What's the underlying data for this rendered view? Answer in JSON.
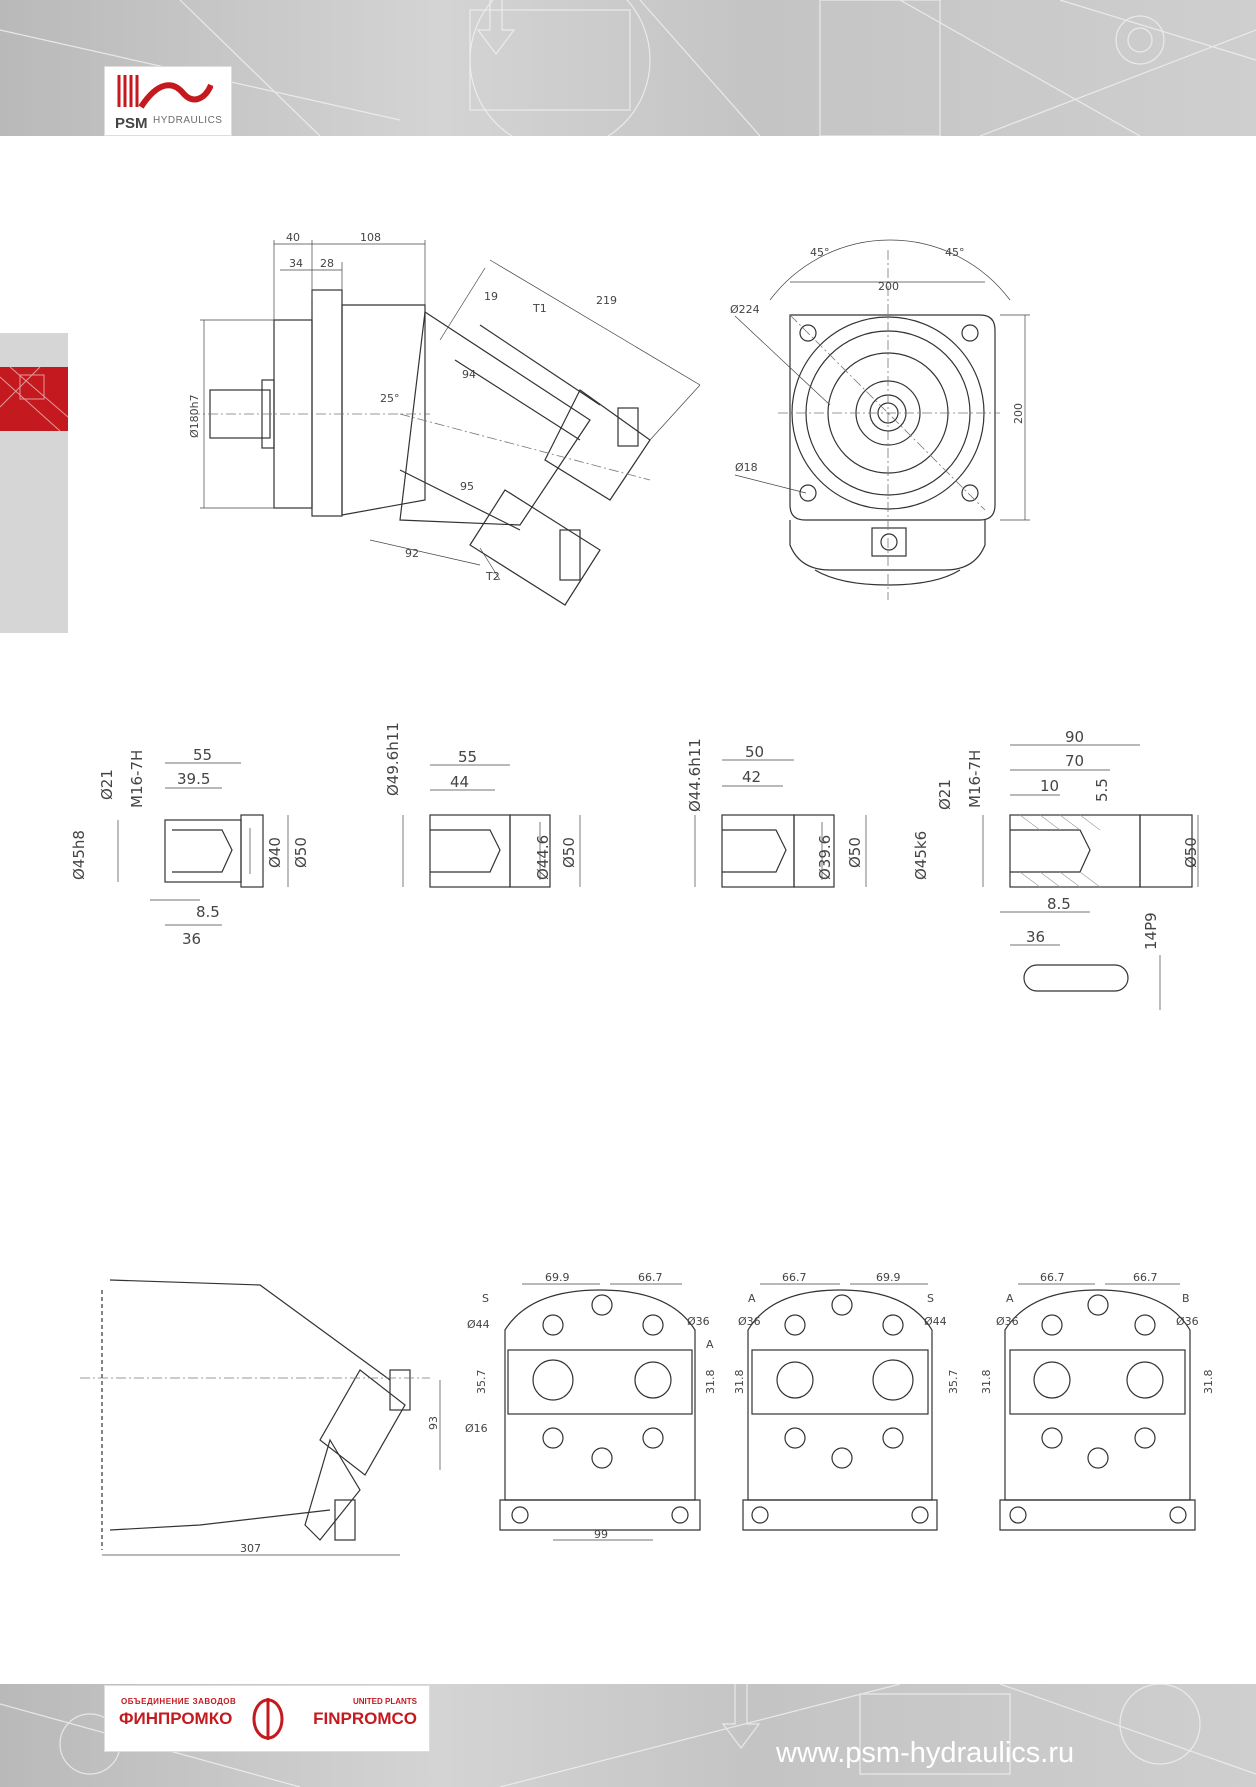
{
  "header": {
    "logo_brand": "PSM",
    "logo_sub": "HYDRAULICS"
  },
  "footer": {
    "logo_top_ru": "ОБЪЕДИНЕНИЕ ЗАВОДОВ",
    "logo_top_en": "UNITED PLANTS",
    "logo_ru": "ФИНПРОМКО",
    "logo_en": "FINPROMCO",
    "website": "www.psm-hydraulics.ru"
  },
  "side_view": {
    "d40": "40",
    "d108": "108",
    "d34": "34",
    "d28": "28",
    "d219": "219",
    "d19": "19",
    "t1": "T1",
    "d94": "94",
    "angle": "25°",
    "d180": "Ø180h7",
    "d95": "95",
    "d92": "92",
    "t2": "T2"
  },
  "front_view": {
    "a45l": "45°",
    "a45r": "45°",
    "d200top": "200",
    "d224": "Ø224",
    "d200side": "200",
    "d18": "Ø18"
  },
  "shafts": {
    "s1": {
      "d55": "55",
      "d395": "39.5",
      "d21": "Ø21",
      "m16": "M16-7H",
      "d45": "Ø45h8",
      "d40": "Ø40",
      "d50": "Ø50",
      "d85": "8.5",
      "d36": "36"
    },
    "s2": {
      "d496": "Ø49.6h11",
      "d55": "55",
      "d44": "44",
      "d446": "Ø44.6",
      "d50": "Ø50"
    },
    "s3": {
      "d446": "Ø44.6h11",
      "d50": "50",
      "d42": "42",
      "d396": "Ø39.6",
      "d50b": "Ø50"
    },
    "s4": {
      "d90": "90",
      "d70": "70",
      "d10": "10",
      "d55": "5.5",
      "d21": "Ø21",
      "m16": "M16-7H",
      "d45": "Ø45k6",
      "d50": "Ø50",
      "d85": "8.5",
      "d36": "36",
      "key": "14P9"
    }
  },
  "bottom": {
    "d93": "93",
    "d307": "307",
    "v1": {
      "d699": "69.9",
      "d667": "66.7",
      "s": "S",
      "d44": "Ø44",
      "d36": "Ø36",
      "a": "A",
      "d357": "35.7",
      "d318": "31.8",
      "d16": "Ø16",
      "d99": "99"
    },
    "v2": {
      "d667": "66.7",
      "d699": "69.9",
      "a": "A",
      "s": "S",
      "d36": "Ø36",
      "d44": "Ø44",
      "d318": "31.8",
      "d357": "35.7"
    },
    "v3": {
      "d667a": "66.7",
      "d667b": "66.7",
      "a": "A",
      "b": "B",
      "d36a": "Ø36",
      "d36b": "Ø36",
      "d318a": "31.8",
      "d318b": "31.8"
    }
  },
  "colors": {
    "accent": "#c41a1f",
    "band": "#c4c4c4",
    "line": "#333333"
  }
}
